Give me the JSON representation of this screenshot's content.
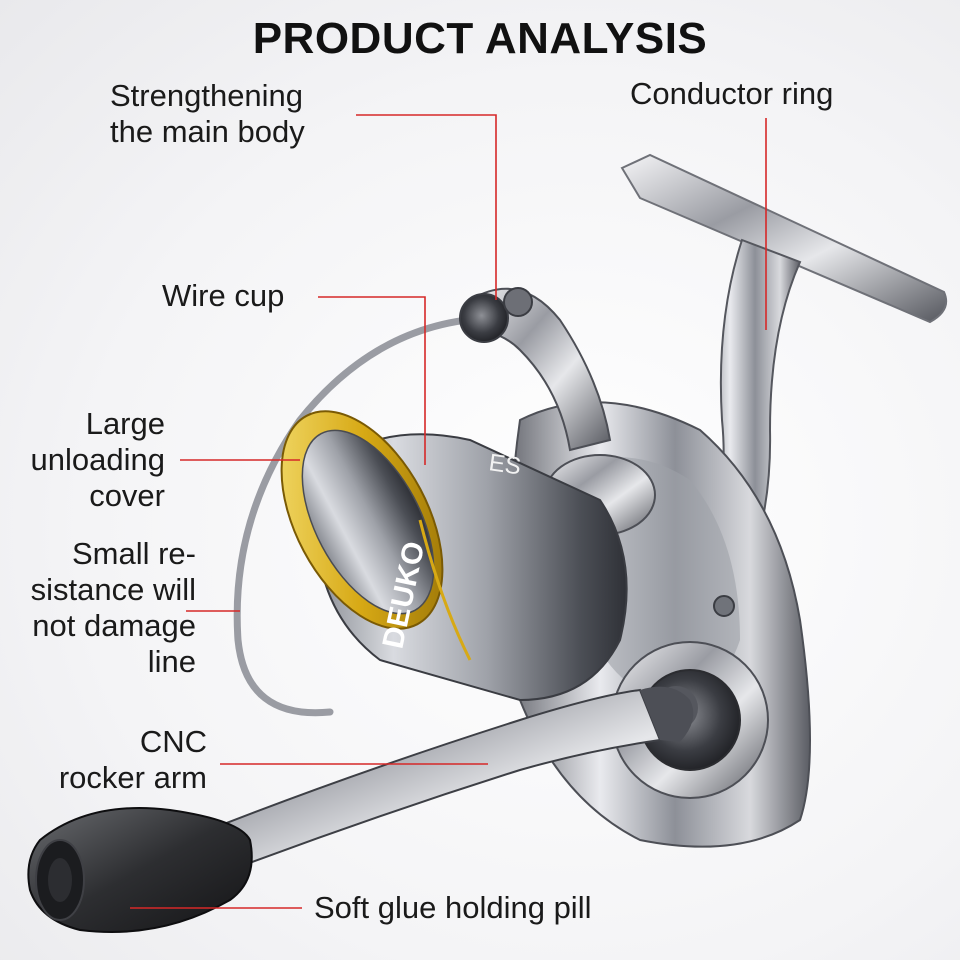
{
  "title": "PRODUCT ANALYSIS",
  "accent_line_color": "#d62828",
  "callouts": {
    "strengthening": {
      "lines": [
        "Strengthening",
        "the main body"
      ]
    },
    "conductor_ring": {
      "lines": [
        "Conductor ring"
      ]
    },
    "wire_cup": {
      "lines": [
        "Wire cup"
      ]
    },
    "unloading_cover": {
      "lines": [
        "Large",
        "unloading",
        "cover"
      ]
    },
    "small_resistance": {
      "lines": [
        "Small re-",
        "sistance will",
        "not damage",
        "line"
      ]
    },
    "rocker_arm": {
      "lines": [
        "CNC",
        "rocker arm"
      ]
    },
    "holding_pill": {
      "lines": [
        "Soft glue holding pill"
      ]
    }
  },
  "reel_marking": "DEUKO",
  "spool_marking": "ES",
  "illustration": "spinning-reel"
}
